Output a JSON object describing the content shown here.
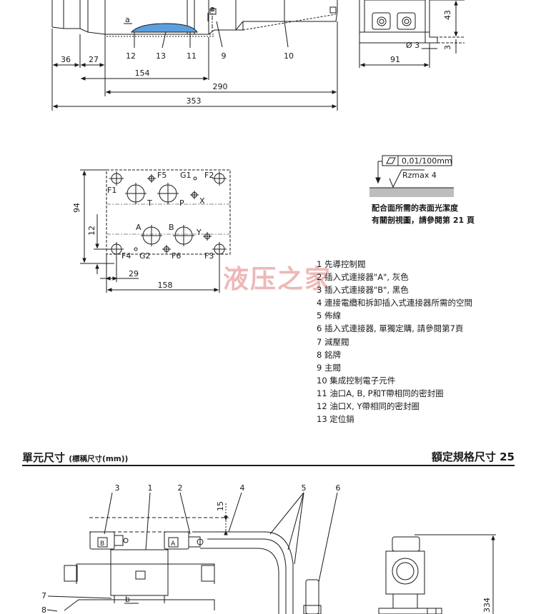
{
  "top_view": {
    "dims": {
      "d36": "36",
      "d27": "27",
      "d154": "154",
      "d290": "290",
      "d353": "353",
      "d91": "91",
      "d3_hole": "Ø 3",
      "d43": "43",
      "d3": "3"
    },
    "callouts": {
      "c12": "12",
      "c13": "13",
      "c11": "11",
      "c9": "9",
      "c10": "10",
      "ca_left": "a",
      "ca_right": "a"
    }
  },
  "port_diagram": {
    "ports": {
      "F1": "F1",
      "F2": "F2",
      "F3": "F3",
      "F4": "F4",
      "F5": "F5",
      "F6": "F6",
      "G1": "G1",
      "G2": "G2",
      "T": "T",
      "P": "P",
      "X": "X",
      "A": "A",
      "B": "B",
      "Y": "Y"
    },
    "dims": {
      "d94": "94",
      "d12": "12",
      "d29": "29",
      "d158": "158"
    }
  },
  "surface": {
    "flatness": "0,01/100mm",
    "roughness": "Rzmax 4",
    "note_line1": "配合面所需的表面光潔度",
    "note_line2": "有關剖視圖，請參閱第 21 頁"
  },
  "legend": [
    "1 先導控制閥",
    "2 插入式連接器\"A\", 灰色",
    "3 插入式連接器\"B\", 黑色",
    "4 連接電纜和拆卸插入式連接器所需的空間",
    "5 佈線",
    "6 插入式連接器, 單獨定購, 請參閱第7頁",
    "7 減壓閥",
    "8 銘牌",
    "9 主閥",
    "10 集成控制電子元件",
    "11 油口A, B, P和T帶相同的密封圈",
    "12 油口X, Y帶相同的密封圈",
    "13 定位銷"
  ],
  "section": {
    "title": "單元尺寸",
    "subtitle": "(標稱尺寸(mm))",
    "size_label": "額定規格尺寸 25"
  },
  "bottom_view": {
    "callouts": {
      "c3": "3",
      "c1": "1",
      "c2": "2",
      "c4": "4",
      "c5": "5",
      "c6": "6",
      "c7": "7",
      "c8": "8",
      "cb": "b"
    },
    "connector_a": "A",
    "connector_b": "B",
    "dims": {
      "d15": "15",
      "d334": "334"
    }
  },
  "watermark": "液压之家"
}
